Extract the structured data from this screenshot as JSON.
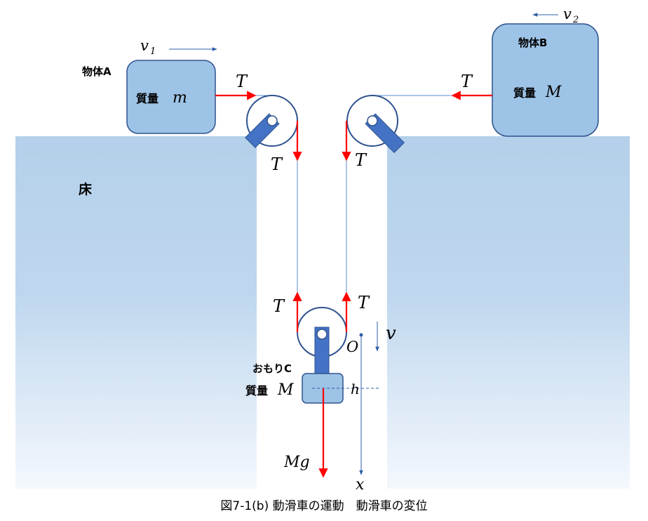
{
  "labels": {
    "object_a": "物体A",
    "object_b": "物体B",
    "weight_c": "おもりC",
    "floor": "床",
    "mass_prefix": "質量",
    "mass_m_small": "m",
    "mass_m_big": "M",
    "mass_m_c": "M",
    "v1": "v",
    "v1_sub": "1",
    "v2": "v",
    "v2_sub": "2",
    "v": "v",
    "tension": "T",
    "origin": "O",
    "height": "h",
    "x_axis": "x",
    "gravity": "Mg"
  },
  "caption": "図7-1(b) 動滑車の運動　動滑車の変位",
  "colors": {
    "floor_top": "#b4d0ea",
    "floor_bottom": "#f3f8fd",
    "block_fill": "#9dc3e6",
    "block_stroke": "#2f528f",
    "pulley_arm": "#4472c4",
    "force_arrow": "#ff0000",
    "rope": "#5b8ed6"
  }
}
